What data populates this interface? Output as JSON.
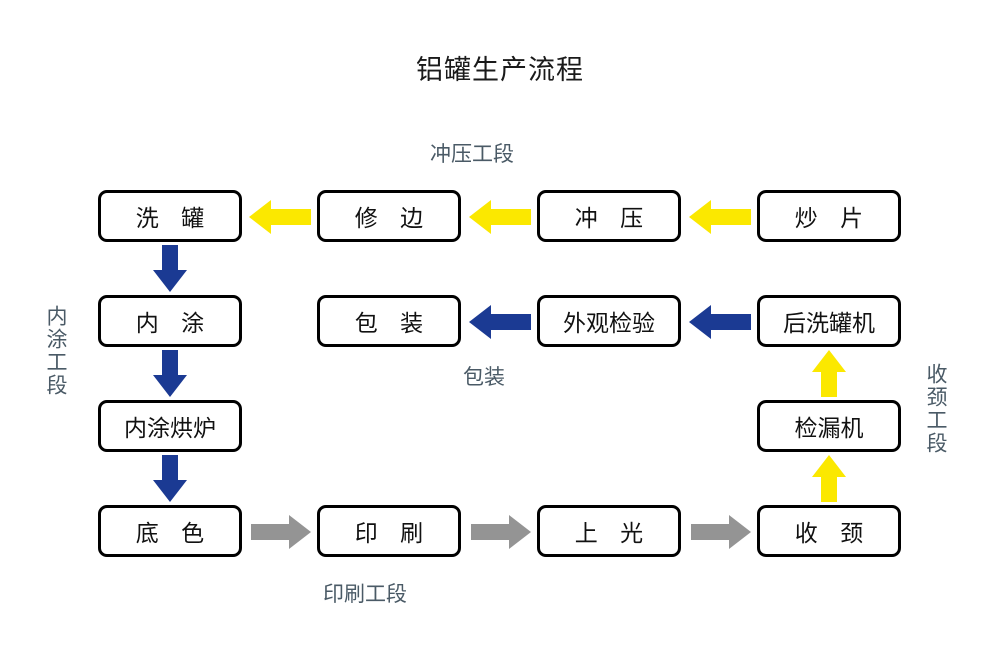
{
  "diagram": {
    "title": "铝罐生产流程",
    "background": "#ffffff",
    "colors": {
      "box_border": "#000000",
      "yellow_arrow": "#fbe800",
      "blue_arrow": "#1b3a93",
      "gray_arrow": "#949494",
      "section_label": "#4a5a66",
      "text": "#111111"
    }
  },
  "nodes": {
    "r1c1": "洗 罐",
    "r1c2": "修 边",
    "r1c3": "冲 压",
    "r1c4": "炒 片",
    "r2c1": "内 涂",
    "r2c2": "包 装",
    "r2c3": "外观检验",
    "r2c4": "后洗罐机",
    "r3c1": "内涂烘炉",
    "r3c4": "检漏机",
    "r4c1": "底 色",
    "r4c2": "印 刷",
    "r4c3": "上 光",
    "r4c4": "收 颈"
  },
  "sections": {
    "stamping": "冲压工段",
    "packaging": "包装",
    "printing": "印刷工段",
    "interior_coating": "内涂工段",
    "necking": "收颈工段"
  },
  "flow": [
    {
      "from": "炒 片",
      "to": "冲 压",
      "color": "#fbe800",
      "direction": "left"
    },
    {
      "from": "冲 压",
      "to": "修 边",
      "color": "#fbe800",
      "direction": "left"
    },
    {
      "from": "修 边",
      "to": "洗 罐",
      "color": "#fbe800",
      "direction": "left"
    },
    {
      "from": "洗 罐",
      "to": "内 涂",
      "color": "#1b3a93",
      "direction": "down"
    },
    {
      "from": "内 涂",
      "to": "内涂烘炉",
      "color": "#1b3a93",
      "direction": "down"
    },
    {
      "from": "内涂烘炉",
      "to": "底 色",
      "color": "#1b3a93",
      "direction": "down"
    },
    {
      "from": "底 色",
      "to": "印 刷",
      "color": "#949494",
      "direction": "right"
    },
    {
      "from": "印 刷",
      "to": "上 光",
      "color": "#949494",
      "direction": "right"
    },
    {
      "from": "上 光",
      "to": "收 颈",
      "color": "#949494",
      "direction": "right"
    },
    {
      "from": "收 颈",
      "to": "检漏机",
      "color": "#fbe800",
      "direction": "up"
    },
    {
      "from": "检漏机",
      "to": "后洗罐机",
      "color": "#fbe800",
      "direction": "up"
    },
    {
      "from": "后洗罐机",
      "to": "外观检验",
      "color": "#1b3a93",
      "direction": "left"
    },
    {
      "from": "外观检验",
      "to": "包 装",
      "color": "#1b3a93",
      "direction": "left"
    }
  ]
}
